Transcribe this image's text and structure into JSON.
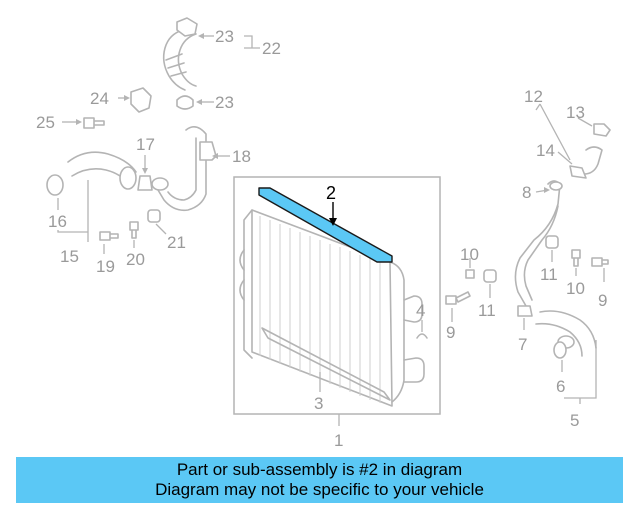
{
  "diagram": {
    "labels": {
      "p1": "1",
      "p2": "2",
      "p3": "3",
      "p4": "4",
      "p5": "5",
      "p6": "6",
      "p7": "7",
      "p8": "8",
      "p9a": "9",
      "p9b": "9",
      "p10a": "10",
      "p10b": "10",
      "p11a": "11",
      "p11b": "11",
      "p12": "12",
      "p13": "13",
      "p14": "14",
      "p15": "15",
      "p16": "16",
      "p17": "17",
      "p18": "18",
      "p19": "19",
      "p20": "20",
      "p21": "21",
      "p22": "22",
      "p23a": "23",
      "p23b": "23",
      "p24": "24",
      "p25": "25"
    },
    "highlight_color": "#5bc8f5",
    "line_color": "#b4b4b4",
    "label_color": "#9a9a9a"
  },
  "banner": {
    "line1": "Part or sub-assembly is #2 in diagram",
    "line2": "Diagram may not be specific to your vehicle",
    "color": "#5bc8f5"
  }
}
